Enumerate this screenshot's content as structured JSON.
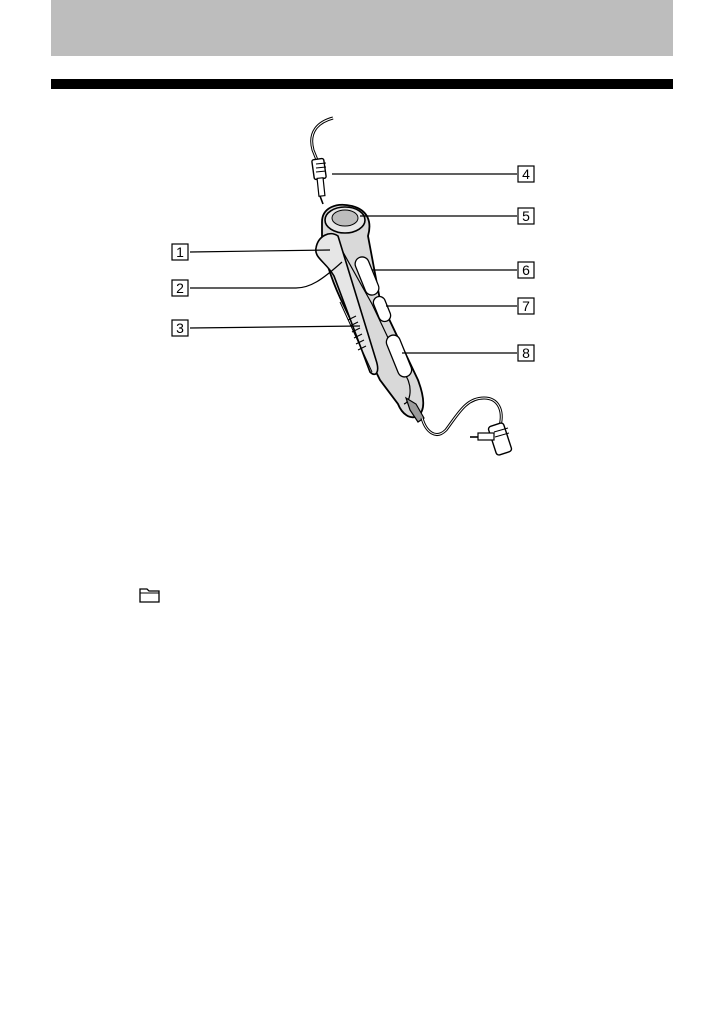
{
  "callouts": {
    "c1": "1",
    "c2": "2",
    "c3": "3",
    "c4": "4",
    "c5": "5",
    "c6": "6",
    "c7": "7",
    "c8": "8"
  },
  "icons": {
    "folder": "folder-icon"
  }
}
